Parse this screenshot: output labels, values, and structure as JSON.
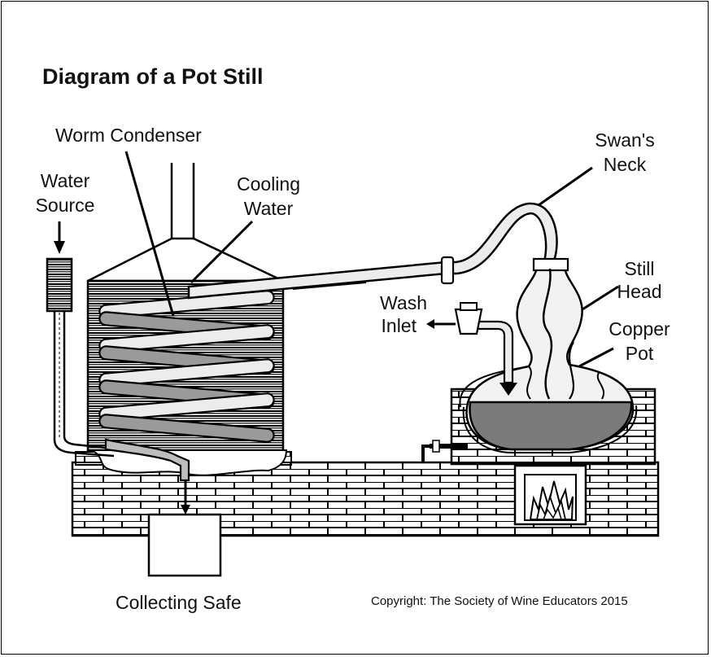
{
  "title": "Diagram of a Pot Still",
  "labels": {
    "worm_condenser": "Worm Condenser",
    "water_source": [
      "Water",
      "Source"
    ],
    "cooling_water": [
      "Cooling",
      "Water"
    ],
    "swans_neck": [
      "Swan's",
      "Neck"
    ],
    "still_head": [
      "Still",
      "Head"
    ],
    "copper_pot": [
      "Copper",
      "Pot"
    ],
    "wash_inlet": [
      "Wash",
      "Inlet"
    ],
    "collecting_safe": "Collecting Safe"
  },
  "copyright": "Copyright: The Society of Wine Educators 2015",
  "colors": {
    "outline": "#000000",
    "pipe_fill": "#e6e6e6",
    "wash_liquid": "#7b7b7b",
    "vapor": "#f2f2f2",
    "background": "#ffffff"
  }
}
